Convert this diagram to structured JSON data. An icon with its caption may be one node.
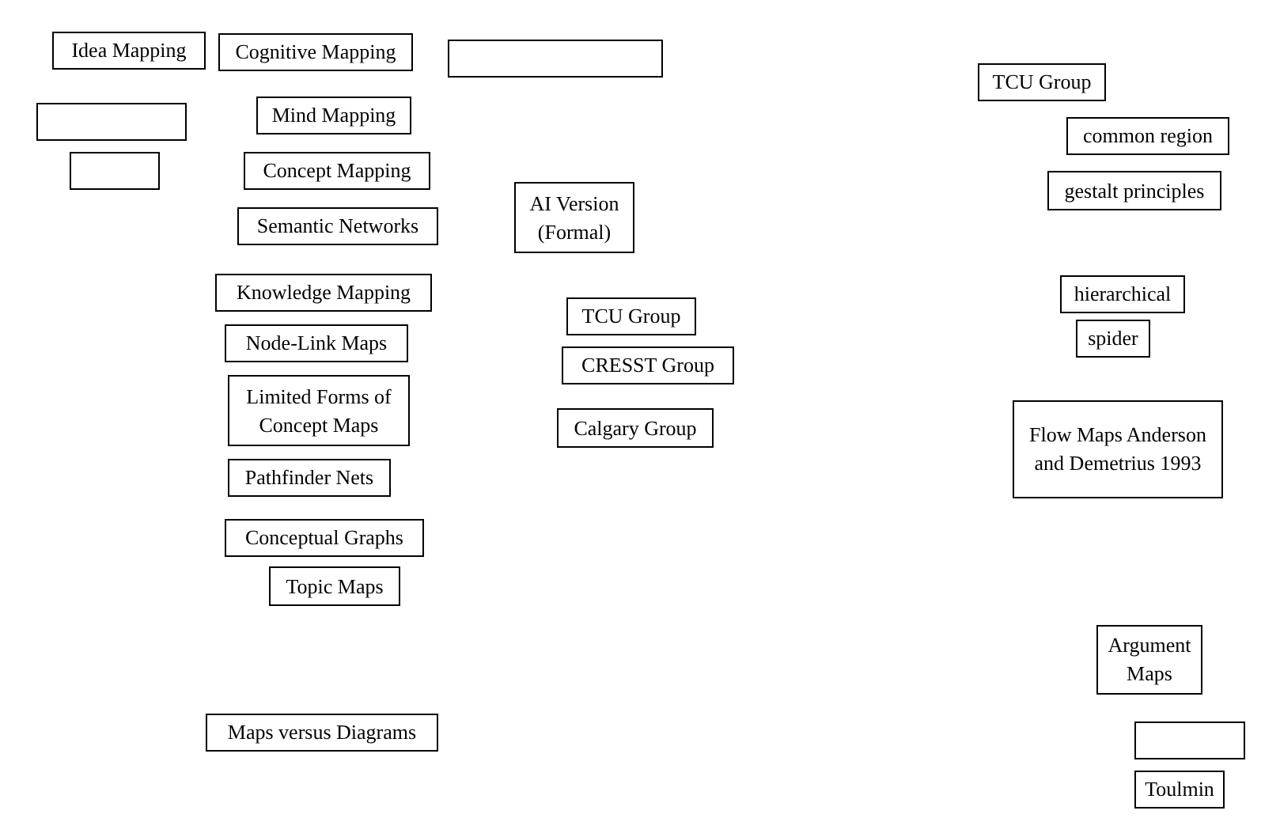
{
  "diagram": {
    "nodes": [
      {
        "text": [
          "Idea Mapping"
        ]
      },
      {
        "text": [
          "Cognitive Mapping"
        ]
      },
      {
        "text": [],
        "shape": "box"
      },
      {
        "text": [
          "TCU Group"
        ]
      },
      {
        "text": [],
        "shape": "box"
      },
      {
        "text": [
          "Mind Mapping"
        ]
      },
      {
        "text": [
          "common region"
        ]
      },
      {
        "text": [],
        "shape": "box"
      },
      {
        "text": [
          "Concept Mapping"
        ]
      },
      {
        "text": [
          "gestalt principles"
        ]
      },
      {
        "text": [
          "AI Version (Formal)"
        ]
      },
      {
        "text": [
          "Semantic Networks"
        ]
      },
      {
        "text": [
          "Knowledge Mapping"
        ]
      },
      {
        "text": [
          "hierarchical"
        ]
      },
      {
        "text": [
          "TCU Group"
        ]
      },
      {
        "text": [
          "Node-Link Maps"
        ]
      },
      {
        "text": [
          "spider"
        ]
      },
      {
        "text": [
          "CRESST Group"
        ]
      },
      {
        "text": [
          "Limited Forms of Concept Maps"
        ]
      },
      {
        "text": [
          "Flow Maps Anderson and Demetrius 1993"
        ]
      },
      {
        "text": [
          "Calgary Group"
        ]
      },
      {
        "text": [
          "Pathfinder Nets"
        ]
      },
      {
        "text": [
          "Conceptual Graphs"
        ]
      },
      {
        "text": [
          "Topic Maps"
        ]
      },
      {
        "text": [
          "Argument Maps"
        ]
      },
      {
        "text": [
          "Maps versus Diagrams"
        ]
      },
      {
        "text": [],
        "shape": "box"
      },
      {
        "text": [
          "Toulmin"
        ]
      }
    ]
  }
}
